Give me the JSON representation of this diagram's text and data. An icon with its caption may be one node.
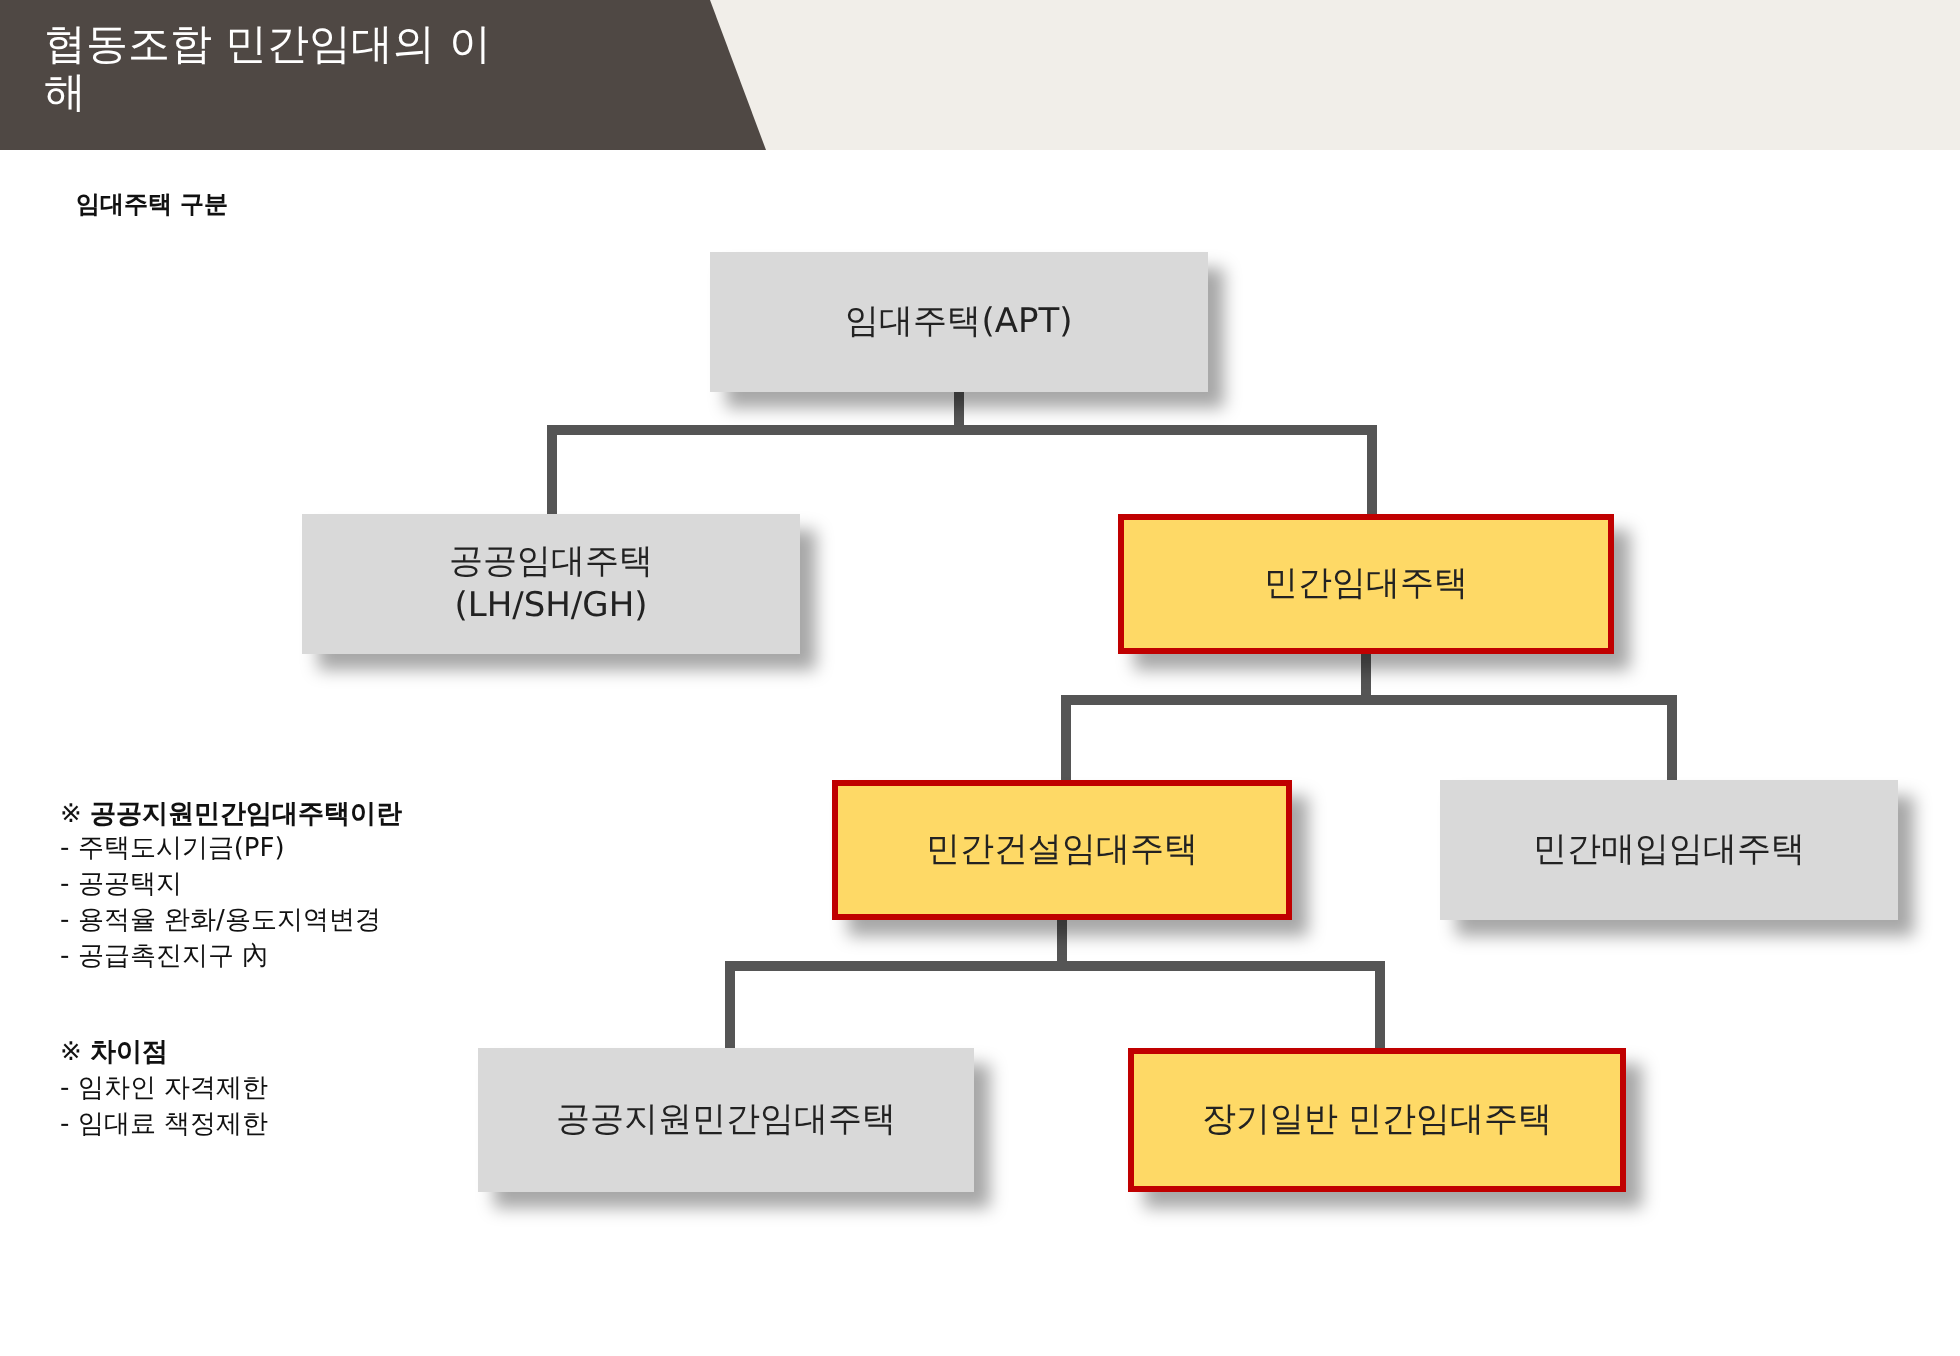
{
  "diagram": {
    "title": "협동조합 민간임대의 이해",
    "nodes": [
      {
        "text": [
          "임대주택(APT)"
        ]
      },
      {
        "text": [
          "공공임대주택 (LH/SH/GH)"
        ]
      },
      {
        "text": [
          "민간임대주택"
        ]
      },
      {
        "text": [
          "민간건설임대주택"
        ]
      },
      {
        "text": [
          "민간매입임대주택"
        ]
      },
      {
        "text": [
          "공공지원민간임대주택"
        ]
      },
      {
        "text": [
          "장기일반 민간임대주택"
        ]
      }
    ],
    "edges": [
      {
        "from": 0,
        "to": 1,
        "arrow": "none"
      },
      {
        "from": 0,
        "to": 2,
        "arrow": "none"
      },
      {
        "from": 2,
        "to": 3,
        "arrow": "none"
      },
      {
        "from": 2,
        "to": 4,
        "arrow": "none"
      },
      {
        "from": 3,
        "to": 5,
        "arrow": "none"
      },
      {
        "from": 3,
        "to": 6,
        "arrow": "none"
      }
    ],
    "labels": [
      "임대주택 구분",
      "※ **공공지원민간임대주택이란**",
      "-  주택도시기금(PF)",
      "-  공공택지",
      "-  용적율 완화/용도지역변경",
      "-  공급촉진지구 內",
      "※ **차이점**",
      "-  임차인 자격제한",
      "-  임대료 책정제한"
    ]
  }
}
